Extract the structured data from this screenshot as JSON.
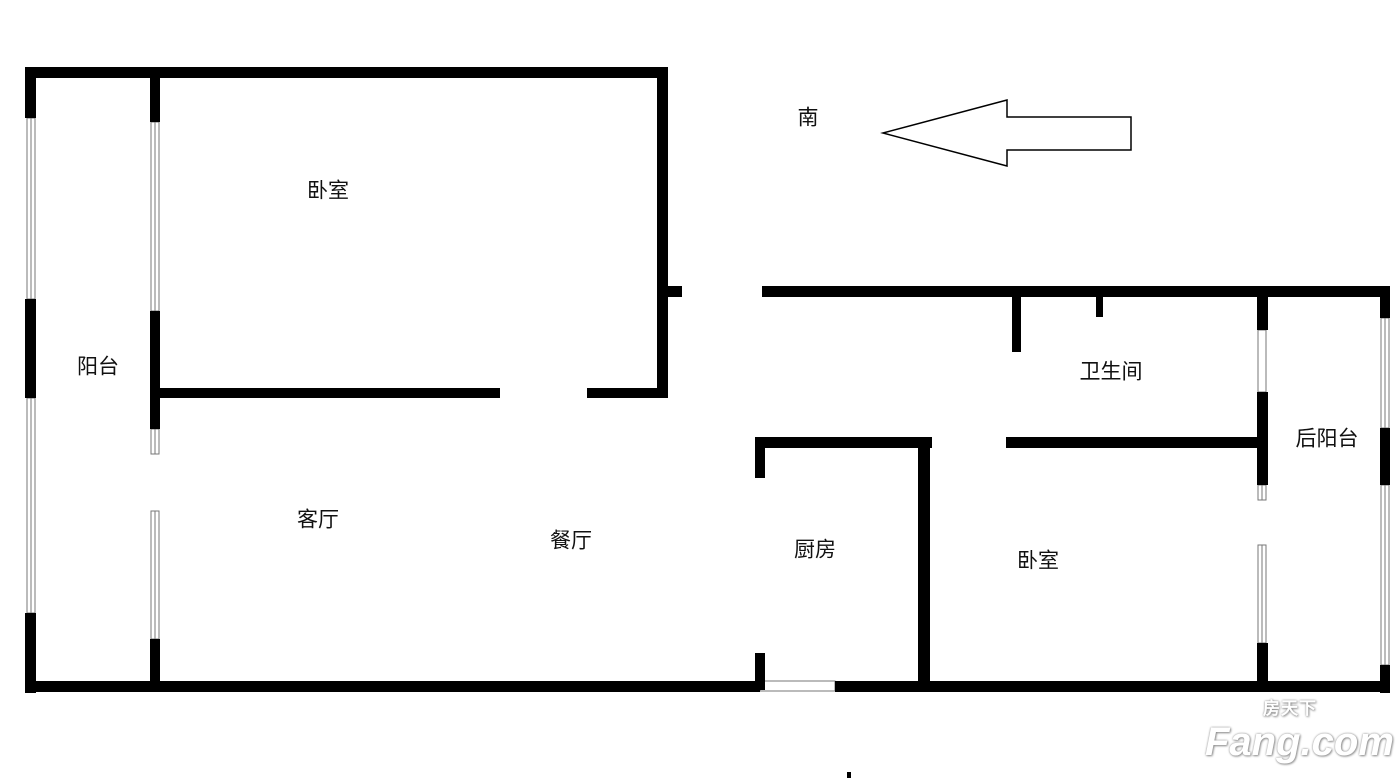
{
  "compass": {
    "label": "南"
  },
  "rooms": {
    "bedroom_top": "卧室",
    "balcony": "阳台",
    "bathroom": "卫生间",
    "rear_balcony": "后阳台",
    "living_room": "客厅",
    "dining_room": "餐厅",
    "kitchen": "厨房",
    "bedroom_bottom": "卧室"
  },
  "watermark": {
    "cn": "房天下",
    "en": "Fang.com"
  }
}
